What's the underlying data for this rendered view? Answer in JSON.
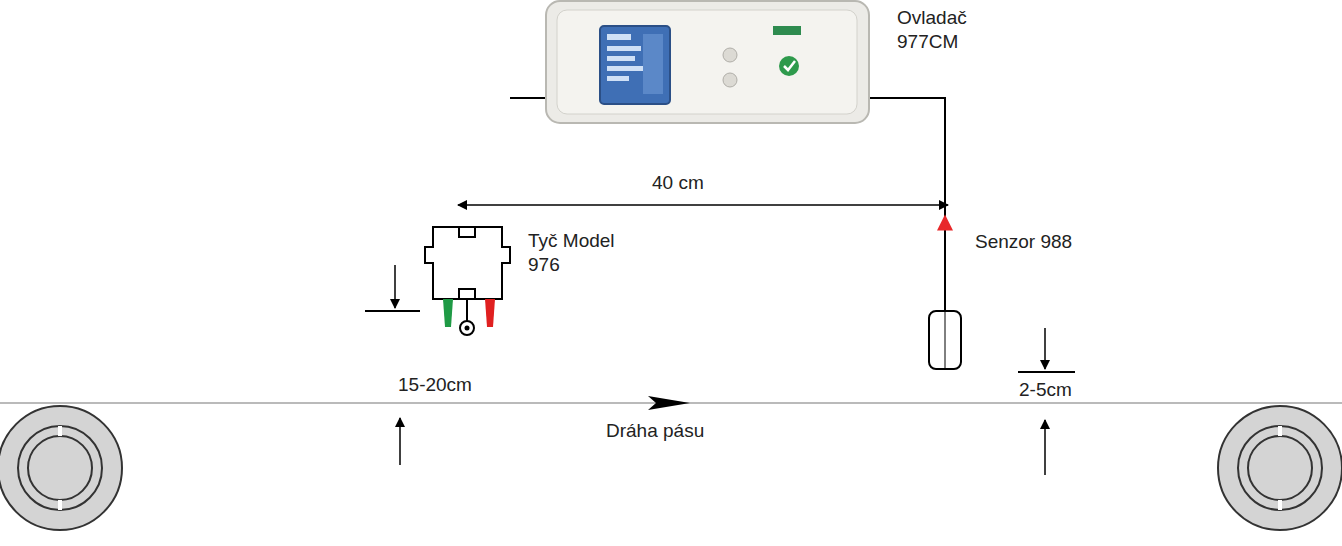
{
  "diagram": {
    "nodes": [
      {
        "text": [
          "Ovladač 977CM"
        ]
      },
      {
        "text": [
          "Tyč Model 976"
        ]
      },
      {
        "text": [
          "Senzor 988"
        ]
      }
    ],
    "edges": [
      {
        "from": 2,
        "to": 0,
        "arrow": "to"
      },
      {
        "from": 0,
        "to": 1,
        "arrow": "to"
      }
    ],
    "labels": [
      "40 cm",
      "15-20cm",
      "2-5cm",
      "Dráha pásu"
    ]
  }
}
